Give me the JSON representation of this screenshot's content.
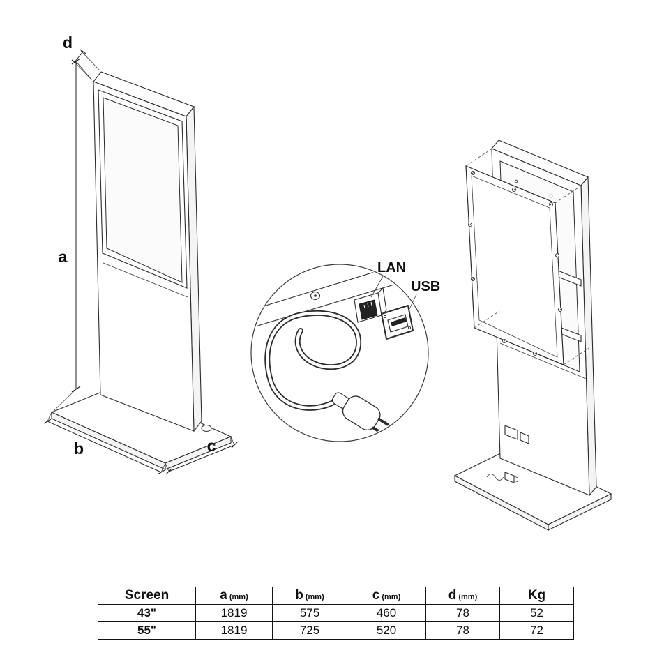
{
  "diagram": {
    "dim_a": "a",
    "dim_b": "b",
    "dim_c": "c",
    "dim_d": "d",
    "lan_label": "LAN",
    "usb_label": "USB",
    "line_color": "#2b2b2b"
  },
  "table": {
    "headers": [
      {
        "label": "Screen",
        "unit": ""
      },
      {
        "label": "a",
        "unit": "(mm)"
      },
      {
        "label": "b",
        "unit": "(mm)"
      },
      {
        "label": "c",
        "unit": "(mm)"
      },
      {
        "label": "d",
        "unit": "(mm)"
      },
      {
        "label": "Kg",
        "unit": ""
      }
    ],
    "rows": [
      {
        "screen": "43\"",
        "a": "1819",
        "b": "575",
        "c": "460",
        "d": "78",
        "kg": "52"
      },
      {
        "screen": "55\"",
        "a": "1819",
        "b": "725",
        "c": "520",
        "d": "78",
        "kg": "72"
      }
    ]
  }
}
